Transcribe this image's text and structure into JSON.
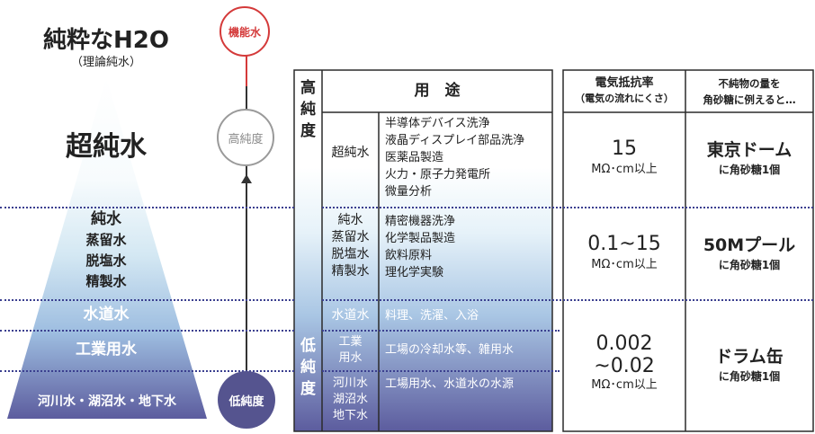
{
  "pyramid": {
    "title": "純粋なH2O",
    "subtitle": "（理論純水）",
    "levels": {
      "ultrapure": "超純水",
      "pure": [
        "純水",
        "蒸留水",
        "脱塩水",
        "精製水"
      ],
      "tap": "水道水",
      "industrial": "工業用水",
      "natural": "河川水・湖沼水・地下水"
    }
  },
  "arrow": {
    "top": "機能水",
    "middle": "高純度",
    "bottom": "低純度"
  },
  "purity_axis": {
    "high": [
      "高",
      "純",
      "度"
    ],
    "low": [
      "低",
      "純",
      "度"
    ]
  },
  "table": {
    "usage_header": "用　途",
    "rows": [
      {
        "type": [
          "超純水"
        ],
        "uses": [
          "半導体デバイス洗浄",
          "液晶ディスプレイ部品洗浄",
          "医薬品製造",
          "火力・原子力発電所",
          "微量分析"
        ]
      },
      {
        "type": [
          "純水",
          "蒸留水",
          "脱塩水",
          "精製水"
        ],
        "uses": [
          "精密機器洗浄",
          "化学製品製造",
          "飲料原料",
          "理化学実験"
        ]
      },
      {
        "type": [
          "水道水"
        ],
        "uses": [
          "料理、洗濯、入浴"
        ]
      },
      {
        "type": [
          "工業",
          "用水"
        ],
        "uses": [
          "工場の冷却水等、雑用水"
        ]
      },
      {
        "type": [
          "河川水",
          "湖沼水",
          "地下水"
        ],
        "uses": [
          "工場用水、水道水の水源"
        ]
      }
    ]
  },
  "resistivity": {
    "header": [
      "電気抵抗率",
      "（電気の流れにくさ）"
    ],
    "rows": [
      {
        "value": [
          "15"
        ],
        "unit": "MΩ･cm以上"
      },
      {
        "value": [
          "0.1~15"
        ],
        "unit": "MΩ･cm以上"
      },
      {
        "value": [
          "0.002",
          "~0.02"
        ],
        "unit": "MΩ･cm以上"
      }
    ]
  },
  "impurity": {
    "header": [
      "不純物の量を",
      "角砂糖に例えると…"
    ],
    "rows": [
      {
        "place": "東京ドーム",
        "note": "に角砂糖1個"
      },
      {
        "place": "50Mプール",
        "note": "に角砂糖1個"
      },
      {
        "place": "ドラム缶",
        "note": "に角砂糖1個"
      }
    ]
  },
  "colors": {
    "accent_red": "#d43a3a",
    "light_blue": "#e3f0f8",
    "deep_purple": "#5f5c99",
    "border": "#2b2b2b",
    "gray": "#9a9a9a"
  }
}
